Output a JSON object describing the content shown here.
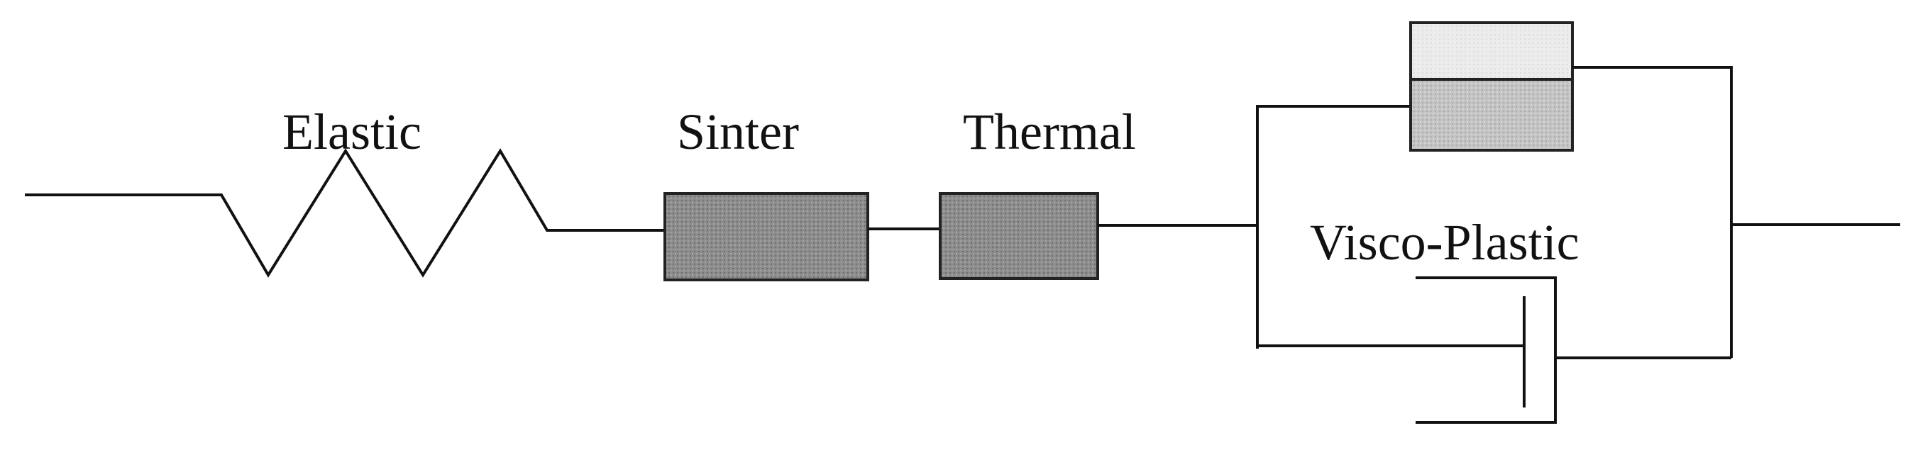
{
  "diagram": {
    "labels": {
      "elastic": "Elastic",
      "sinter": "Sinter",
      "thermal": "Thermal",
      "visco_plastic": "Visco-Plastic"
    },
    "colors": {
      "line": "#111111",
      "block_fill": "#8c8c8c",
      "block_stroke": "#222222",
      "frictional_top": "#e4e4e4",
      "frictional_bottom": "#b9b9b9",
      "background": "#ffffff"
    }
  }
}
